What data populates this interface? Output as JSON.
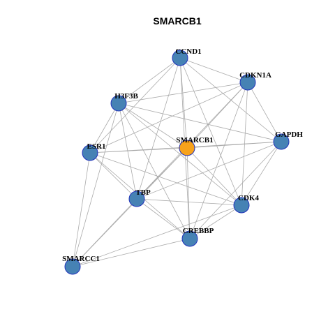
{
  "title": "SMARCB1",
  "colors": {
    "center_node": "#F7A21B",
    "node": "#4682B4",
    "node_border": "#2233BB",
    "edge": "#AAAAAA"
  },
  "nodes": [
    {
      "id": "CCND1",
      "label": "CCND1",
      "center": false
    },
    {
      "id": "CDKN1A",
      "label": "CDKN1A",
      "center": false
    },
    {
      "id": "H3F3B",
      "label": "H3F3B",
      "center": false
    },
    {
      "id": "GAPDH",
      "label": "GAPDH",
      "center": false
    },
    {
      "id": "ESR1",
      "label": "ESR1",
      "center": false
    },
    {
      "id": "SMARCB1",
      "label": "SMARCB1",
      "center": true
    },
    {
      "id": "TBP",
      "label": "TBP",
      "center": false
    },
    {
      "id": "CDK4",
      "label": "CDK4",
      "center": false
    },
    {
      "id": "CREBBP",
      "label": "CREBBP",
      "center": false
    },
    {
      "id": "SMARCC1",
      "label": "SMARCC1",
      "center": false
    }
  ],
  "edges": [
    [
      "CCND1",
      "CDKN1A"
    ],
    [
      "CCND1",
      "H3F3B"
    ],
    [
      "CCND1",
      "GAPDH"
    ],
    [
      "CCND1",
      "ESR1"
    ],
    [
      "CCND1",
      "SMARCB1"
    ],
    [
      "CCND1",
      "TBP"
    ],
    [
      "CCND1",
      "CDK4"
    ],
    [
      "CCND1",
      "CREBBP"
    ],
    [
      "CDKN1A",
      "H3F3B"
    ],
    [
      "CDKN1A",
      "GAPDH"
    ],
    [
      "CDKN1A",
      "ESR1"
    ],
    [
      "CDKN1A",
      "SMARCB1"
    ],
    [
      "CDKN1A",
      "TBP"
    ],
    [
      "CDKN1A",
      "CDK4"
    ],
    [
      "CDKN1A",
      "CREBBP"
    ],
    [
      "H3F3B",
      "GAPDH"
    ],
    [
      "H3F3B",
      "ESR1"
    ],
    [
      "H3F3B",
      "SMARCB1"
    ],
    [
      "H3F3B",
      "TBP"
    ],
    [
      "H3F3B",
      "CDK4"
    ],
    [
      "H3F3B",
      "CREBBP"
    ],
    [
      "H3F3B",
      "SMARCC1"
    ],
    [
      "GAPDH",
      "ESR1"
    ],
    [
      "GAPDH",
      "SMARCB1"
    ],
    [
      "GAPDH",
      "TBP"
    ],
    [
      "GAPDH",
      "CDK4"
    ],
    [
      "GAPDH",
      "CREBBP"
    ],
    [
      "ESR1",
      "SMARCB1"
    ],
    [
      "ESR1",
      "TBP"
    ],
    [
      "ESR1",
      "CDK4"
    ],
    [
      "ESR1",
      "CREBBP"
    ],
    [
      "ESR1",
      "SMARCC1"
    ],
    [
      "SMARCB1",
      "TBP"
    ],
    [
      "SMARCB1",
      "CDK4"
    ],
    [
      "SMARCB1",
      "CREBBP"
    ],
    [
      "SMARCB1",
      "SMARCC1"
    ],
    [
      "TBP",
      "CDK4"
    ],
    [
      "TBP",
      "CREBBP"
    ],
    [
      "TBP",
      "SMARCC1"
    ],
    [
      "CDK4",
      "CREBBP"
    ],
    [
      "CDK4",
      "SMARCC1"
    ],
    [
      "CREBBP",
      "SMARCC1"
    ]
  ]
}
